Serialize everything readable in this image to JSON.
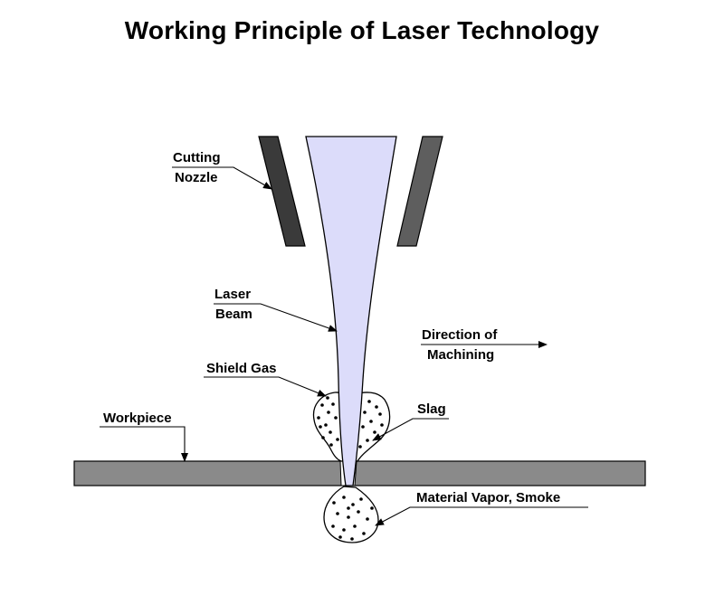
{
  "diagram": {
    "title": "Working Principle of Laser Technology",
    "labels": {
      "cutting_nozzle_line1": "Cutting",
      "cutting_nozzle_line2": "Nozzle",
      "laser_beam_line1": "Laser",
      "laser_beam_line2": "Beam",
      "direction_line1": "Direction of",
      "direction_line2": "Machining",
      "shield_gas": "Shield Gas",
      "slag": "Slag",
      "workpiece": "Workpiece",
      "material_vapor": "Material Vapor, Smoke"
    },
    "colors": {
      "beam": "#dcdcfa",
      "nozzle_left": "#3a3a3a",
      "nozzle_right": "#5e5e5e",
      "workpiece": "#8a8a8a",
      "outline": "#000000"
    }
  }
}
